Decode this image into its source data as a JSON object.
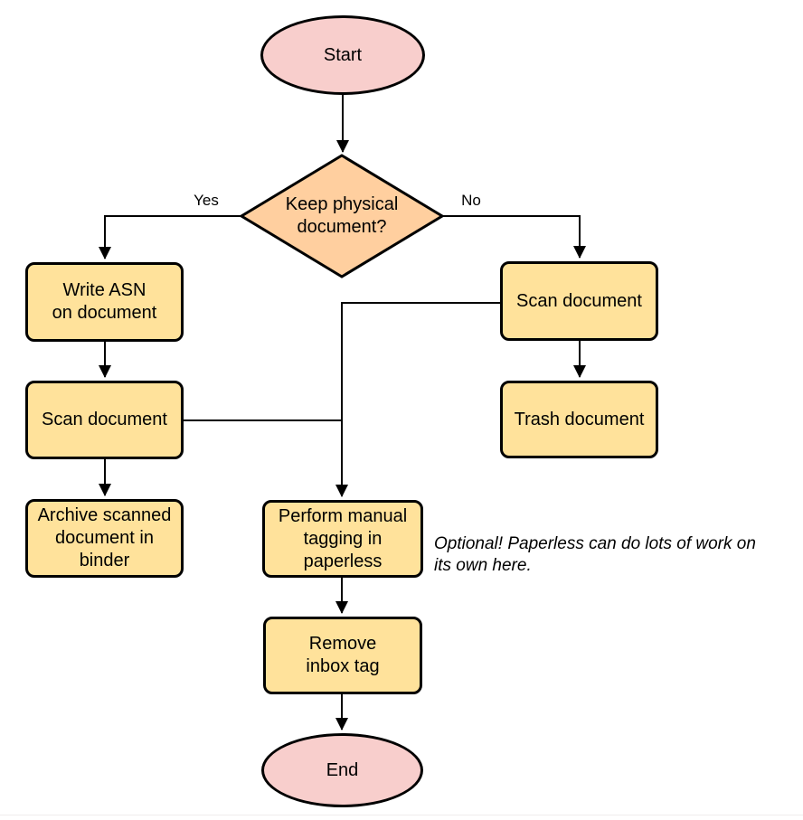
{
  "diagram": {
    "nodes": {
      "start": {
        "label": "Start"
      },
      "decision": {
        "label": "Keep physical\ndocument?"
      },
      "write_asn": {
        "label": "Write ASN\non document"
      },
      "scan_left": {
        "label": "Scan document"
      },
      "archive": {
        "label": "Archive scanned\ndocument in\nbinder"
      },
      "scan_right": {
        "label": "Scan document"
      },
      "trash": {
        "label": "Trash document"
      },
      "tagging": {
        "label": "Perform manual\ntagging in\npaperless"
      },
      "remove_inbox": {
        "label": "Remove\ninbox tag"
      },
      "end": {
        "label": "End"
      }
    },
    "edge_labels": {
      "yes": "Yes",
      "no": "No"
    },
    "note": "Optional! Paperless can do lots of work on\nits own here.",
    "colors": {
      "terminator_fill": "#f8cecc",
      "decision_fill": "#ffcf9f",
      "process_fill": "#ffe29b",
      "stroke": "#000000"
    }
  }
}
